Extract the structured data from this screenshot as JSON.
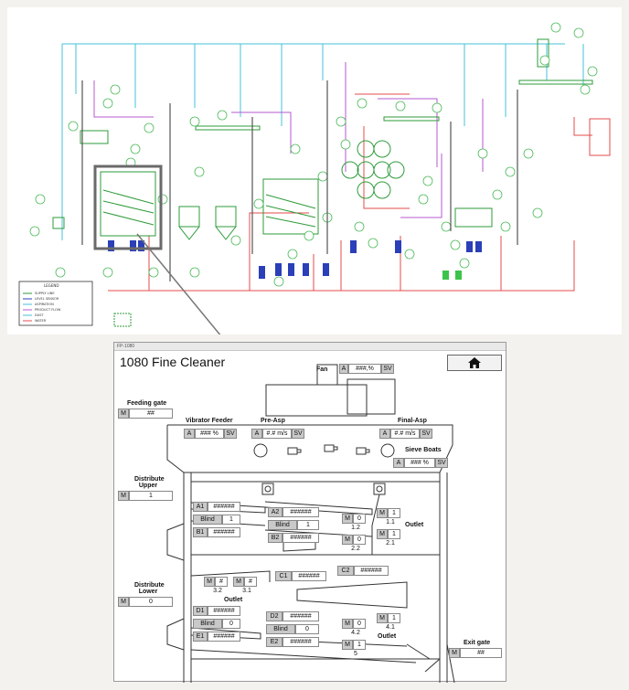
{
  "overview": {
    "legend_title": "LEGEND",
    "legend_items": [
      "SUPPLY LINE",
      "LEVEL SENSOR",
      "ASPIRATION",
      "PRODUCT FLOW",
      "DUST",
      "WATER"
    ]
  },
  "colors": {
    "product": "#e64b4b",
    "air": "#46c0d8",
    "dust": "#b45ad2",
    "machine": "#2e9b3a",
    "motor": "#2a3fb8",
    "highlight": "#6a6a6a"
  },
  "window": {
    "title": "FP-1080",
    "screen_title": "1080 Fine Cleaner",
    "home_icon": "home-icon"
  },
  "fan": {
    "label": "Fan",
    "mode": "A",
    "value": "###,%",
    "sv": "SV"
  },
  "feeding_gate": {
    "label": "Feeding gate",
    "mode": "M",
    "value": "##"
  },
  "vibrator_feeder": {
    "label": "Vibrator Feeder",
    "mode": "A",
    "value": "### %",
    "sv": "SV"
  },
  "pre_asp": {
    "label": "Pre-Asp",
    "mode": "A",
    "value": "#.# m/s",
    "sv": "SV"
  },
  "final_asp": {
    "label": "Final-Asp",
    "mode": "A",
    "value": "#.# m/s",
    "sv": "SV"
  },
  "sieve_boats": {
    "label": "Sieve Boats",
    "mode": "A",
    "value": "### %",
    "sv": "SV"
  },
  "distribute_upper": {
    "label1": "Distribute",
    "label2": "Upper",
    "mode": "M",
    "value": "1"
  },
  "distribute_lower": {
    "label1": "Distribute",
    "label2": "Lower",
    "mode": "M",
    "value": "0"
  },
  "exit_gate": {
    "label": "Exit gate",
    "mode": "M",
    "value": "##"
  },
  "decks": {
    "a1": {
      "label": "A1",
      "value": "######"
    },
    "blind_a": {
      "label": "Blind",
      "value": "1"
    },
    "b1": {
      "label": "B1",
      "value": "######"
    },
    "a2": {
      "label": "A2",
      "value": "######"
    },
    "blind_b": {
      "label": "Blind",
      "value": "1"
    },
    "b2": {
      "label": "B2",
      "value": "######"
    },
    "c1": {
      "label": "C1",
      "value": "######"
    },
    "c2": {
      "label": "C2",
      "value": "######"
    },
    "d1": {
      "label": "D1",
      "value": "######"
    },
    "blind_d": {
      "label": "Blind",
      "value": "0"
    },
    "e1": {
      "label": "E1",
      "value": "######"
    },
    "d2": {
      "label": "D2",
      "value": "######"
    },
    "blind_e": {
      "label": "Blind",
      "value": "0"
    },
    "e2": {
      "label": "E2",
      "value": "######"
    }
  },
  "outlets": {
    "o1_1": {
      "mode": "M",
      "value": "1",
      "id": "1.1"
    },
    "o1_2": {
      "mode": "M",
      "value": "0",
      "id": "1.2"
    },
    "o2_1": {
      "mode": "M",
      "value": "1",
      "id": "2.1"
    },
    "o2_2": {
      "mode": "M",
      "value": "0",
      "id": "2.2"
    },
    "o3_2": {
      "mode": "M",
      "value": "#",
      "id": "3.2"
    },
    "o3_1": {
      "mode": "M",
      "value": "#",
      "id": "3.1"
    },
    "o4_1": {
      "mode": "M",
      "value": "1",
      "id": "4.1"
    },
    "o4_2": {
      "mode": "M",
      "value": "0",
      "id": "4.2"
    },
    "o5": {
      "mode": "M",
      "value": "1",
      "id": "5"
    },
    "outlet_label": "Outlet"
  }
}
